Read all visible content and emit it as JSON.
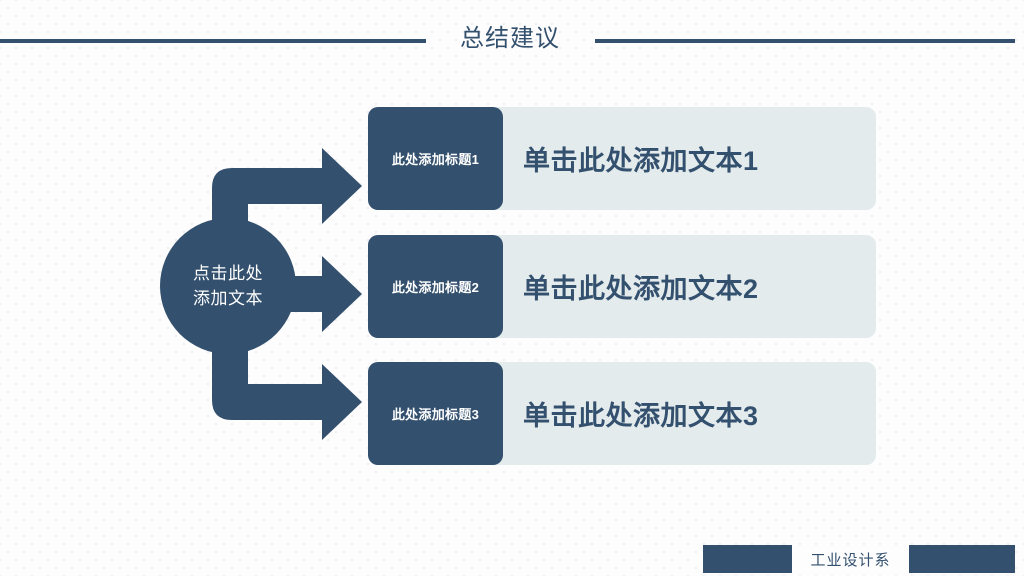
{
  "slide": {
    "title": "总结建议",
    "background_color": "#fdfdfd",
    "accent_color": "#33506E",
    "panel_color": "#E4EBEC"
  },
  "header": {
    "title": "总结建议",
    "rule_color": "#33506E"
  },
  "diagram": {
    "type": "process-branch",
    "source_node": {
      "shape": "circle",
      "line1": "点击此处",
      "line2": "添加文本",
      "fill": "#33506E",
      "text_color": "#ffffff"
    },
    "connector_count": 3,
    "connector_shapes": [
      "elbow-up-arrow",
      "straight-arrow",
      "elbow-down-arrow"
    ],
    "rows": [
      {
        "head": "此处添加标题1",
        "body": "单击此处添加文本1",
        "head_fill": "#33506E",
        "body_fill": "#E4EBEC"
      },
      {
        "head": "此处添加标题2",
        "body": "单击此处添加文本2",
        "head_fill": "#33506E",
        "body_fill": "#E4EBEC"
      },
      {
        "head": "此处添加标题3",
        "body": "单击此处添加文本3",
        "head_fill": "#33506E",
        "body_fill": "#E4EBEC"
      }
    ]
  },
  "footer": {
    "label": "工业设计系",
    "bar_color": "#33506E",
    "text_color": "#33506E"
  }
}
